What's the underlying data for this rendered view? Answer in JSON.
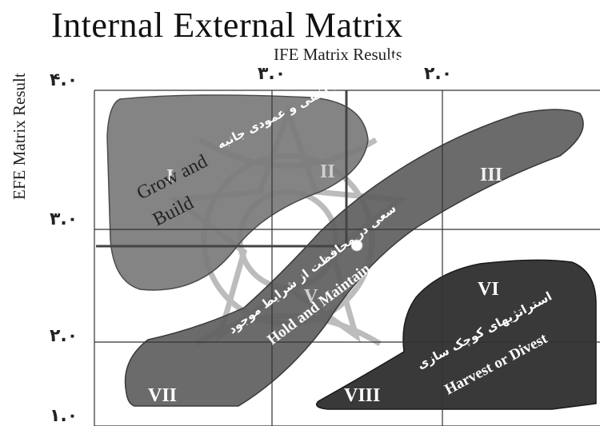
{
  "title": "Internal External Matrix",
  "x_axis": {
    "label": "IFE Matrix Results",
    "ticks": [
      "۴.۰",
      "۳.۰",
      "۲.۰"
    ]
  },
  "y_axis": {
    "label": "EFE Matrix Result",
    "ticks": [
      "۳.۰",
      "۲.۰",
      "۱.۰"
    ]
  },
  "cells": [
    "I",
    "II",
    "III",
    "V",
    "VI",
    "VII",
    "VIII"
  ],
  "regions": {
    "grow": {
      "persian": "رشد و توسعه افقی و عمودی جانبه",
      "english_1": "Grow and",
      "english_2": "Build"
    },
    "hold": {
      "persian_1": "سعی در محافظت از شرایط موجود",
      "english": "Hold and Maintain"
    },
    "harvest": {
      "persian": "استراتژیهای کوچک سازی",
      "english": "Harvest or Divest"
    }
  },
  "colors": {
    "grow_region": "#7a7a7a",
    "hold_region": "#5e5e5e",
    "harvest_region": "#2e2e2e",
    "grid_line": "#333333",
    "watermark": "#9a9a9a"
  }
}
